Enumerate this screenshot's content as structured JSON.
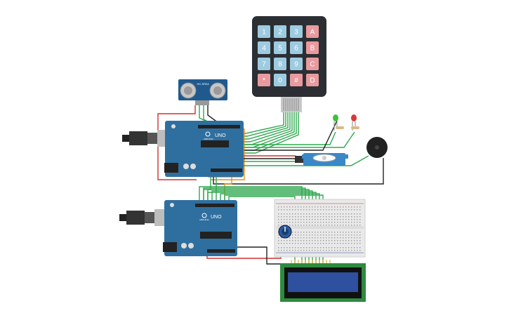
{
  "keypad": {
    "rows": [
      [
        "1",
        "2",
        "3",
        "A"
      ],
      [
        "4",
        "5",
        "6",
        "B"
      ],
      [
        "7",
        "8",
        "9",
        "C"
      ],
      [
        "*",
        "0",
        "#",
        "D"
      ]
    ],
    "colors": {
      "number_key": "#9ecbe0",
      "letter_key": "#e89a9e",
      "body": "#2b2f33"
    }
  },
  "sensor": {
    "label": "HC-SR04"
  },
  "arduino_top": {
    "label": "UNO",
    "brand": "ARDUINO"
  },
  "arduino_bottom": {
    "label": "UNO",
    "brand": "ARDUINO"
  },
  "colors": {
    "board": "#2f6f9f",
    "wire_green": "#2fa84f",
    "wire_red": "#d23030",
    "wire_black": "#222222",
    "wire_orange": "#e0911a",
    "breadboard": "#e9e9e9",
    "lcd_screen": "#2f4f9f",
    "lcd_frame": "#2e8b3e"
  },
  "leds": [
    {
      "color": "green"
    },
    {
      "color": "red"
    }
  ]
}
